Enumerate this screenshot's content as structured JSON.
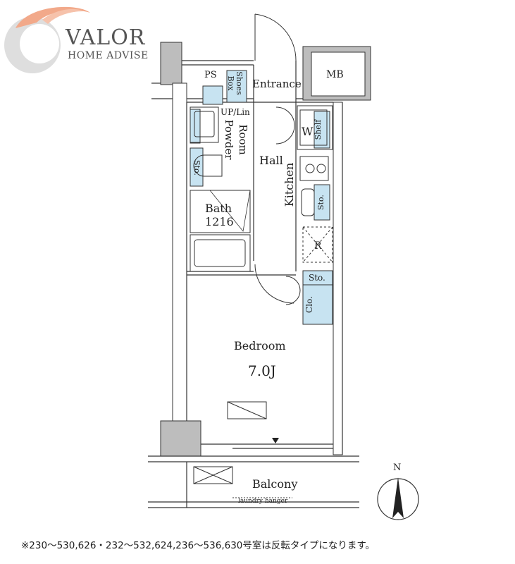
{
  "logo": {
    "brand": "VALOR",
    "subtitle": "HOME ADVISE"
  },
  "rooms": {
    "ps": "PS",
    "shoes_box_line1": "Shoes",
    "shoes_box_line2": "Box",
    "entrance": "Entrance",
    "mb": "MB",
    "up_lin": "UP/Lin",
    "powder_room_line1": "Powder",
    "powder_room_line2": "Room",
    "sto_powder": "Sto.",
    "w": "W",
    "shelf": "Shelf",
    "hall": "Hall",
    "kitchen": "Kitchen",
    "sto_kitchen": "Sto.",
    "bath_line1": "Bath",
    "bath_line2": "1216",
    "r": "R",
    "sto_bedroom": "Sto.",
    "clo": "Clo.",
    "bedroom": "Bedroom",
    "bedroom_size": "7.0J",
    "balcony": "Balcony",
    "laundry_hanger": "laundry hanger"
  },
  "compass": {
    "north": "N"
  },
  "footnote": "※230～530,626・232～532,624,236～536,630号室は反転タイプになります。",
  "colors": {
    "wall_fill": "#bdbdbd",
    "storage_fill": "#c7e3f1",
    "line": "#333333",
    "logo_orange": "#f2a98a",
    "logo_gray": "#d6d6d6"
  }
}
